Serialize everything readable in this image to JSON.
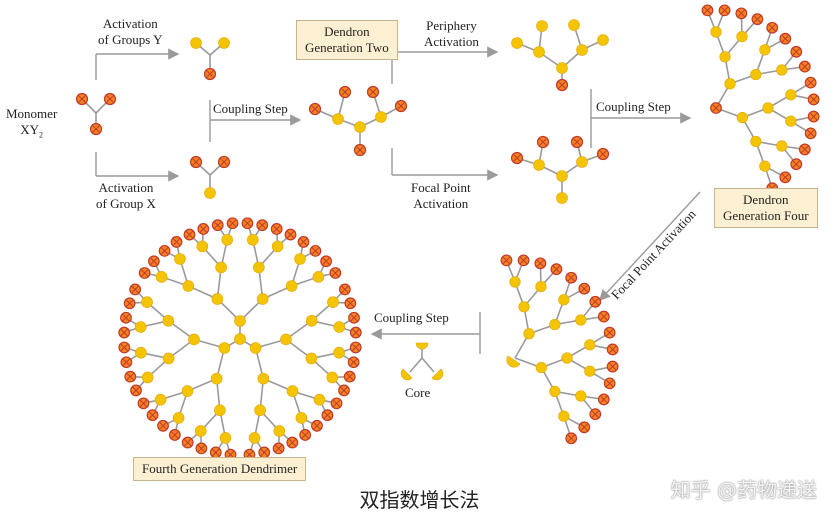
{
  "colors": {
    "core": "#f5c400",
    "coreStroke": "#e3a600",
    "end": "#f58220",
    "endStroke": "#c0392b",
    "bond": "#9a9a9a",
    "arrow": "#9a9a9a",
    "box": "#fdf0d2"
  },
  "labels": {
    "monomer": "Monomer",
    "monomer_formula": "XY",
    "monomer_sub": "2",
    "act_y_1": "Activation",
    "act_y_2": "of Groups Y",
    "act_x_1": "Activation",
    "act_x_2": "of Group X",
    "coupling_1": "Coupling Step",
    "dendron2_1": "Dendron",
    "dendron2_2": "Generation Two",
    "periphery_1": "Periphery",
    "periphery_2": "Activation",
    "focal_1": "Focal Point",
    "focal_2": "Activation",
    "coupling_2": "Coupling Step",
    "dendron4_1": "Dendron",
    "dendron4_2": "Generation Four",
    "focal_rot": "Focal Point Activation",
    "coupling_3": "Coupling Step",
    "core": "Core",
    "dendrimer": "Fourth Generation Dendrimer"
  },
  "caption": "双指数增长法",
  "watermark": "知乎 @药物递送"
}
